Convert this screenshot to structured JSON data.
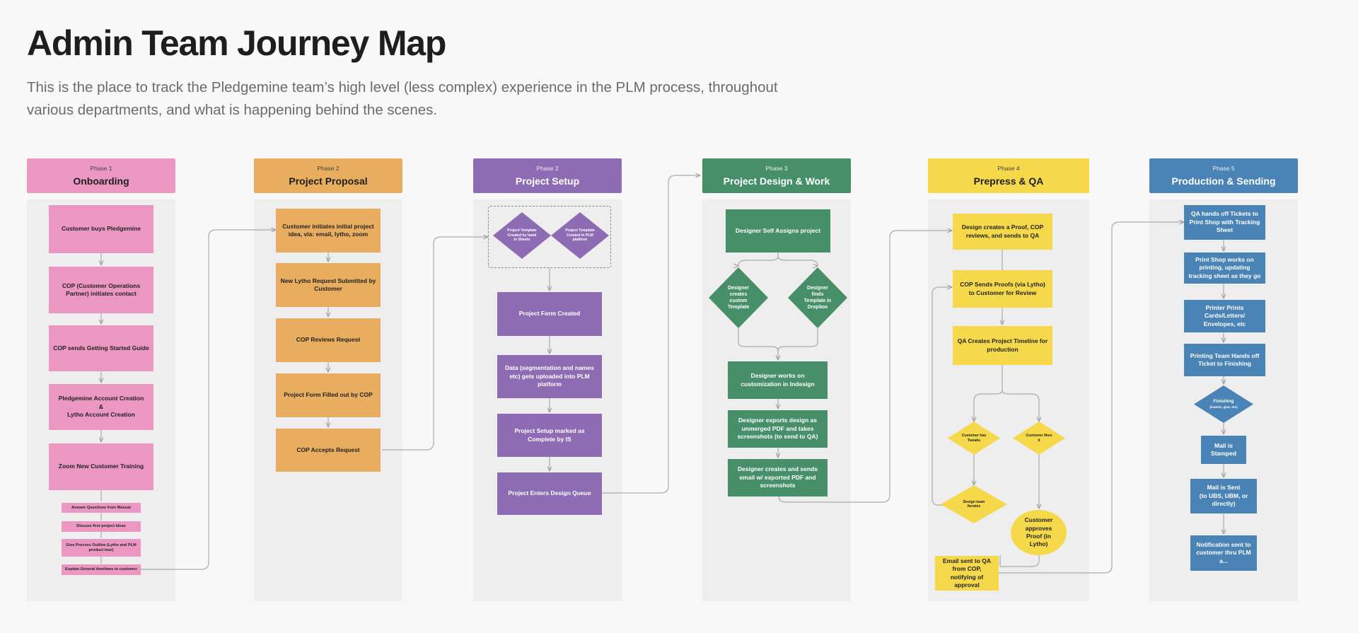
{
  "title": "Admin Team Journey Map",
  "description": "This is the place to track the Pledgemine team’s high level (less complex) experience in the PLM process, throughout various departments, and what is happening behind the scenes.",
  "colors": {
    "onboarding": "#eb97c2",
    "proposal": "#e8ad5e",
    "setup": "#8e6cb3",
    "design": "#468f69",
    "prepress": "#f5d94a",
    "production": "#4a83b6",
    "connector": "#a9a9a9"
  },
  "phases": [
    {
      "phase": "Phase 1",
      "name": "Onboarding"
    },
    {
      "phase": "Phase 2",
      "name": "Project Proposal"
    },
    {
      "phase": "Phase 2",
      "name": "Project Setup"
    },
    {
      "phase": "Phase 3",
      "name": "Project Design & Work"
    },
    {
      "phase": "Phase 4",
      "name": "Prepress & QA"
    },
    {
      "phase": "Phase 5",
      "name": "Production & Sending"
    }
  ],
  "onboarding": {
    "steps": [
      "Customer buys Pledgemine",
      "COP (Customer Operations Partner) initiates contact",
      "COP sends Getting Started Guide",
      "Pledgemine Account Creation\n&\nLytho Account Creation",
      "Zoom New Customer Training"
    ],
    "substeps": [
      "Answer Questions from Manual",
      "Discuss first project ideas",
      "Give Process Outline (Lytho and PLM product tour)",
      "Explain General timelines to customer"
    ]
  },
  "proposal": {
    "steps": [
      "Customer initiates initial project idea, via: email, lytho, zoom",
      "New Lytho Request Submitted by Customer",
      "COP Reviews Request",
      "Project Form Filled out by COP",
      "COP Accepts Request"
    ]
  },
  "setup": {
    "templates": [
      "Project Template Created by hand in Sheets",
      "Project Template Created in PLM platform"
    ],
    "steps": [
      "Project Form Created",
      "Data (segmentation and names etc) gets uploaded into PLM platform",
      "Project Setup marked as Complete by IS",
      "Project Enters Design Queue"
    ]
  },
  "design": {
    "assign": "Designer Self Assigns project",
    "options": [
      "Designer creates custom Template",
      "Designer finds Template in Dropbox"
    ],
    "steps": [
      "Designer works on customization in Indesign",
      "Designer exports design as unmerged PDF and takes screenshots (to send to QA)",
      "Designer creates and sends email w/ exported PDF and screenshots"
    ]
  },
  "prepress": {
    "steps": [
      "Design creates a Proof, COP reviews, and sends to QA",
      "COP Sends Proofs (via Lytho) to Customer for Review",
      "QA Creates Project Timeline for production"
    ],
    "decisions": [
      "Customer has Tweaks",
      "Customer likes it"
    ],
    "tweaks": "Design team Iterates",
    "approve": "Customer approves Proof (in Lytho)",
    "notify": "Email sent to QA from COP, notifying of approval"
  },
  "production": {
    "steps": [
      "QA hands off Tickets to Print Shop with Tracking Sheet",
      "Print Shop works on printing, updating tracking sheet as they go",
      "Printer Prints Cards/Letters/ Envelopes, etc",
      "Printing Team Hands off Ticket to Finishing"
    ],
    "finishing": "Finishing",
    "finishing_note": "(inserts, glue, etc)",
    "after": [
      "Mail is Stamped",
      "Mail is Sent\n(to UBS, UBM, or directly)",
      "Notification sent to customer thru PLM a..."
    ]
  }
}
